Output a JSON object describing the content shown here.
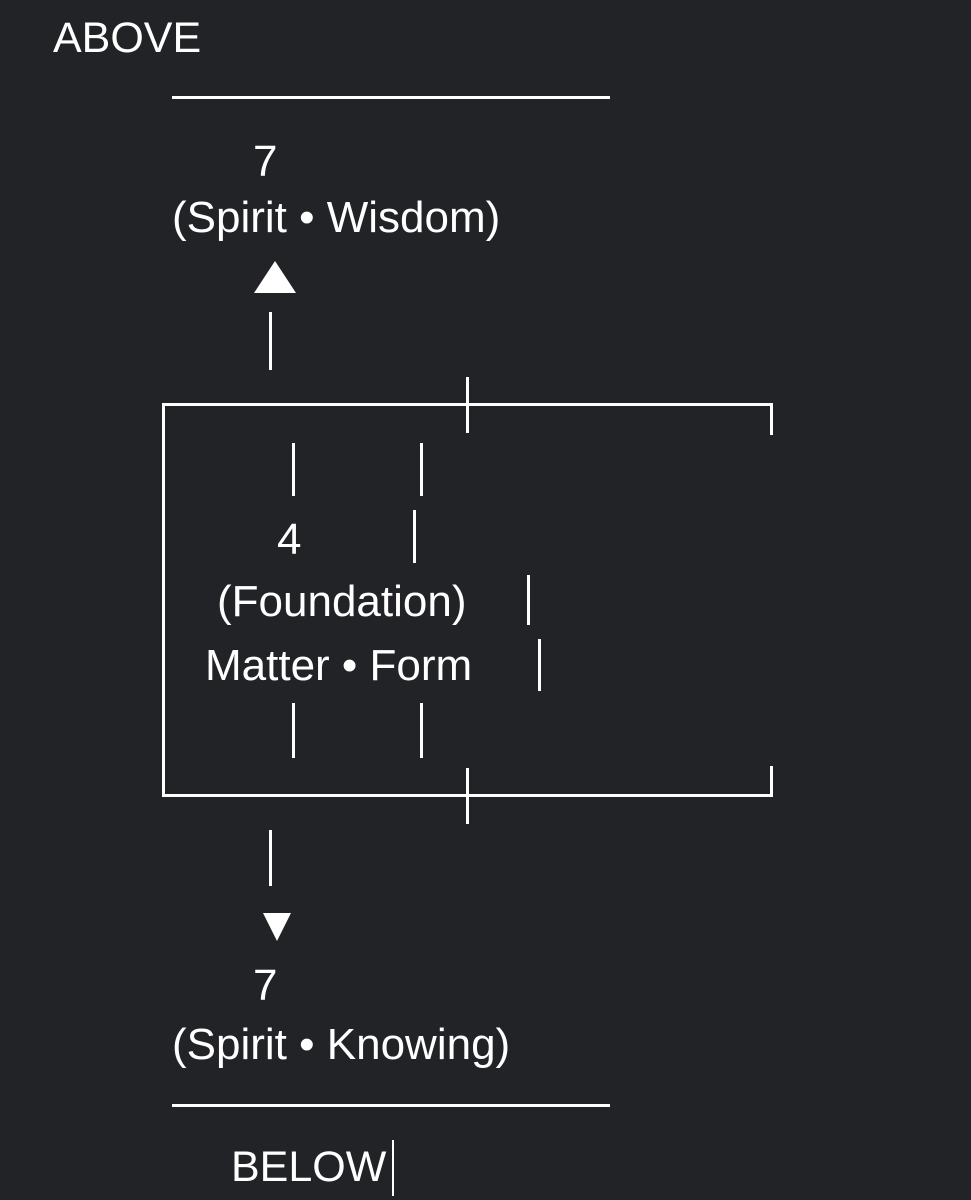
{
  "diagram": {
    "top_label": "ABOVE",
    "top_node": {
      "number": "7",
      "caption": "(Spirit • Wisdom)"
    },
    "center_node": {
      "number": "4",
      "caption": "(Foundation)",
      "sub_caption": "Matter • Form"
    },
    "bottom_node": {
      "number": "7",
      "caption": "(Spirit • Knowing)"
    },
    "bottom_label": "BELOW"
  }
}
